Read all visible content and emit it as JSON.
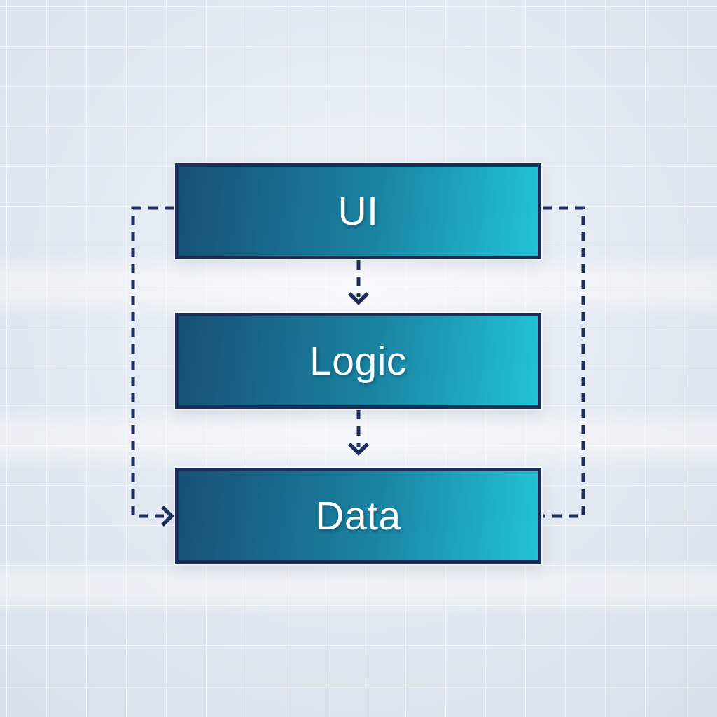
{
  "diagram": {
    "nodes": [
      {
        "id": "ui",
        "label": "UI"
      },
      {
        "id": "logic",
        "label": "Logic"
      },
      {
        "id": "data",
        "label": "Data"
      }
    ],
    "edges": [
      {
        "from": "ui",
        "to": "logic",
        "style": "dashed",
        "arrowhead": "down"
      },
      {
        "from": "logic",
        "to": "data",
        "style": "dashed",
        "arrowhead": "down"
      },
      {
        "from": "ui",
        "to": "data",
        "side": "left",
        "style": "dashed",
        "arrowhead": "right"
      },
      {
        "from": "ui",
        "to": "data",
        "side": "right",
        "style": "dashed",
        "arrowhead": "none"
      }
    ],
    "colors": {
      "node-grad-start": "#174f75",
      "node-grad-end": "#21c3d6",
      "node-border": "#1d2b57",
      "connector": "#1f2d5a",
      "label-text": "#ffffff",
      "background": "#e2e8f0"
    }
  }
}
